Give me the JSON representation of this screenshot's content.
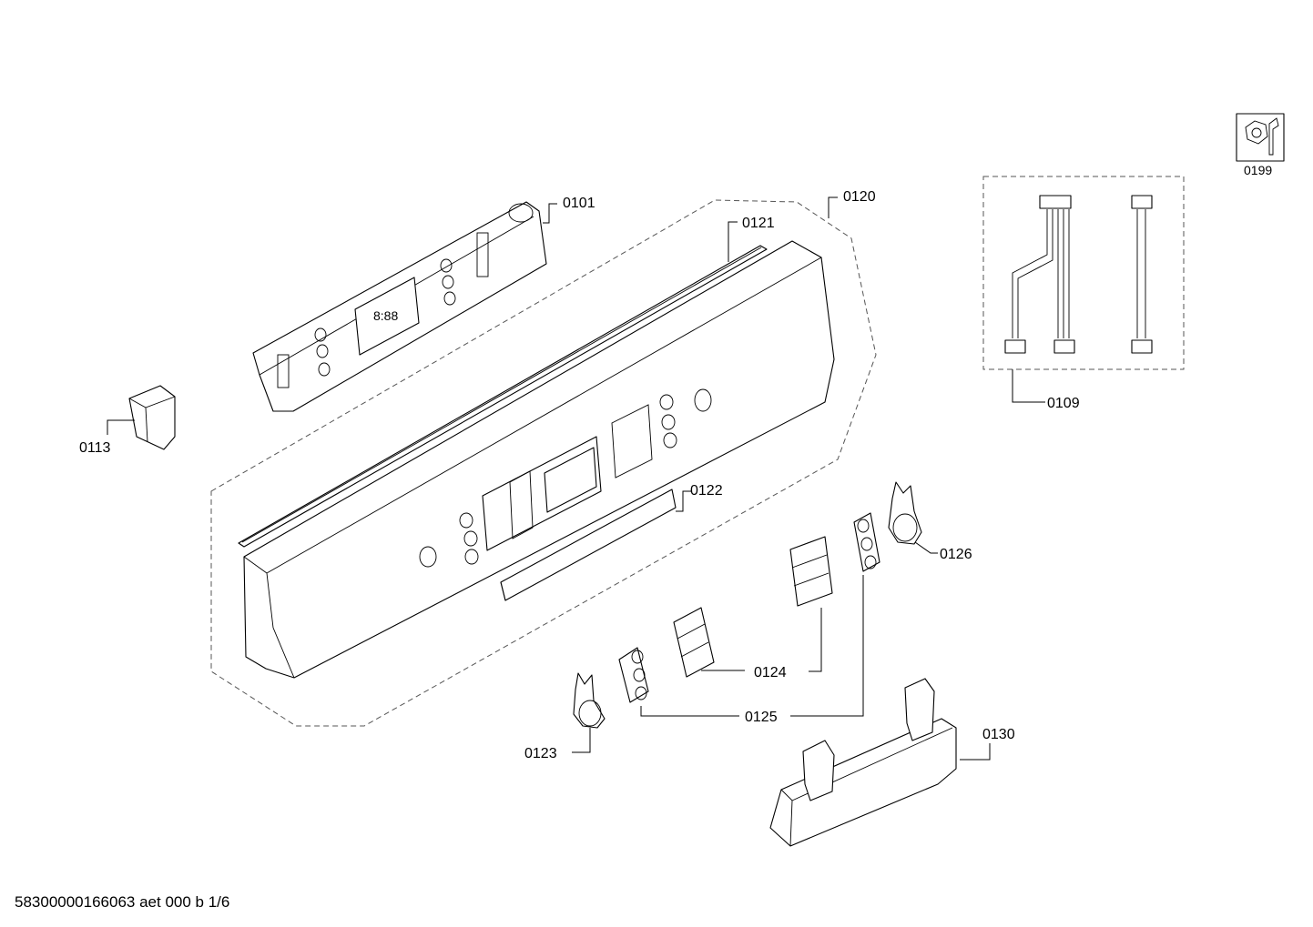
{
  "footer": {
    "document_code": "58300000166063 aet 000 b 1/6"
  },
  "callouts": {
    "c0101": "0101",
    "c0109": "0109",
    "c0113": "0113",
    "c0120": "0120",
    "c0121": "0121",
    "c0122": "0122",
    "c0123": "0123",
    "c0124": "0124",
    "c0125": "0125",
    "c0126": "0126",
    "c0130": "0130",
    "c0199": "0199"
  },
  "display_readout": "8:88",
  "icons": {
    "service_kit": "wrench-nut-icon"
  }
}
